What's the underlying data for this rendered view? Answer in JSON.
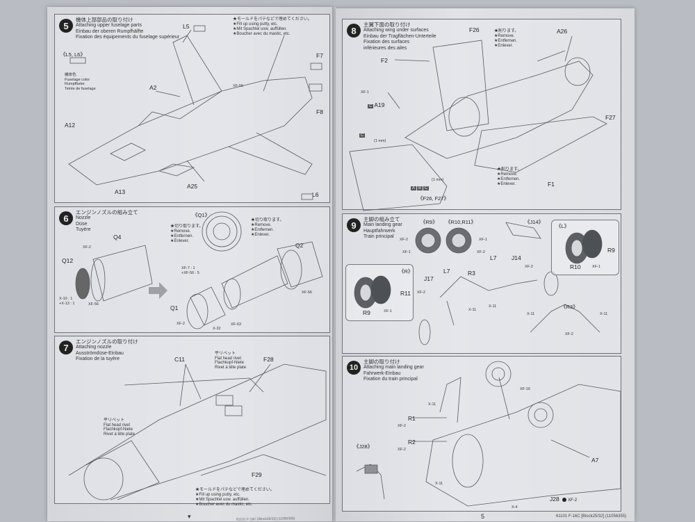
{
  "document": {
    "kit_code": "61101 F-16C [Block25/32] (11056355)",
    "page_number_right": "5"
  },
  "steps": [
    {
      "number": "5",
      "jp": "機体上部部品の取り付け",
      "en": "Attaching upper fuselage parts",
      "de": "Einbau der oberen Rumpfhälfte",
      "fr": "Fixation des équipements du fuselage supérieur",
      "parts": [
        "L5",
        "F7",
        "XF-56",
        "A2",
        "F8",
        "A12",
        "A13",
        "A25",
        "L6"
      ],
      "inset_title": "《L5, L6》",
      "paint_note": {
        "jp": "機体色",
        "en": "Fuselage color",
        "de": "Rumpffarbe",
        "fr": "Teinte de fuselage"
      },
      "putty_note": [
        "★モールドをパテなどで埋めてください。",
        "★Fill up using putty, etc.",
        "★Mit Spachtel usw. auffüllen.",
        "★Boucher avec du mastic, etc."
      ]
    },
    {
      "number": "6",
      "jp": "エンジンノズルの組み立て",
      "en": "Nozzle",
      "de": "Düse",
      "fr": "Tuyère",
      "parts": [
        "Q4",
        "Q12",
        "Q1",
        "Q2"
      ],
      "inset_title": "《Q1》",
      "remove_note": [
        "★切り取ります。",
        "★Remove.",
        "★Entfernen.",
        "★Enlever."
      ],
      "paints": {
        "q4": "XF-2",
        "q12_a": "X-10 : 1",
        "q12_b": "+X-13 : 1",
        "q12_c": "XF-56",
        "q1_mix_a": "XF-7 : 1",
        "q1_mix_b": "+XF-56 : 5",
        "q1_a": "XF-2",
        "q1_b": "X-32",
        "q1_c": "XF-63",
        "q2": "XF-56"
      }
    },
    {
      "number": "7",
      "jp": "エンジンノズルの取り付け",
      "en": "Attaching nozzle",
      "de": "Ausströmdüse-Einbau",
      "fr": "Fixation de la tuyère",
      "parts": [
        "C11",
        "F28",
        "F29"
      ],
      "rivet_note": {
        "jp": "平リベット",
        "en": "Flat head rivet",
        "de": "Flachkopf-Niete",
        "fr": "Rivet à tête plate"
      },
      "putty_note": [
        "★モールドをパテなどで埋めてください。",
        "★Fill up using putty, etc.",
        "★Mit Spachtel usw. auffüllen.",
        "★Boucher avec du mastic, etc."
      ]
    },
    {
      "number": "8",
      "jp": "主翼下面の取り付け",
      "en": "Attaching wing under surfaces",
      "de": "Einbau der Tragflächen-Unterteile",
      "fr": "Fixation des surfaces inférieures des ailes",
      "parts": [
        "F26",
        "A26",
        "F2",
        "A19",
        "F27",
        "F1"
      ],
      "paint": "XF-1",
      "drill_1": "(1 mm)",
      "drill_2": "(1 mm)",
      "option_c": "C",
      "option_abc": [
        "A",
        "B",
        "C"
      ],
      "inset_title": "《F26, F27》",
      "remove_note": [
        "★削ります。",
        "★Remove.",
        "★Entfernen.",
        "★Enlever."
      ]
    },
    {
      "number": "9",
      "jp": "主脚の組み立て",
      "en": "Main landing gear",
      "de": "Hauptfahrwerk",
      "fr": "Train principal",
      "parts": [
        "L7",
        "J14",
        "J17",
        "R3",
        "L7",
        "R9",
        "R11",
        "R10"
      ],
      "inset_r9": "《R9》",
      "inset_r10": "《R10,R11》",
      "inset_j14": "《J14》",
      "inset_l": "《L》",
      "inset_r": "《R》",
      "inset_r3": "《R3》",
      "paints": {
        "xf2": "XF-2",
        "xf1": "XF-1",
        "x11": "X-11"
      }
    },
    {
      "number": "10",
      "jp": "主脚の取り付け",
      "en": "Attaching main landing gear",
      "de": "Fahrwerk-Einbau",
      "fr": "Fixation du train principal",
      "parts": [
        "R1",
        "R2",
        "A7",
        "J28"
      ],
      "inset_title": "《J28》",
      "paints": {
        "xf16": "XF-16",
        "x11": "X-11",
        "xf2": "XF-2",
        "x4": "X-4"
      }
    }
  ]
}
